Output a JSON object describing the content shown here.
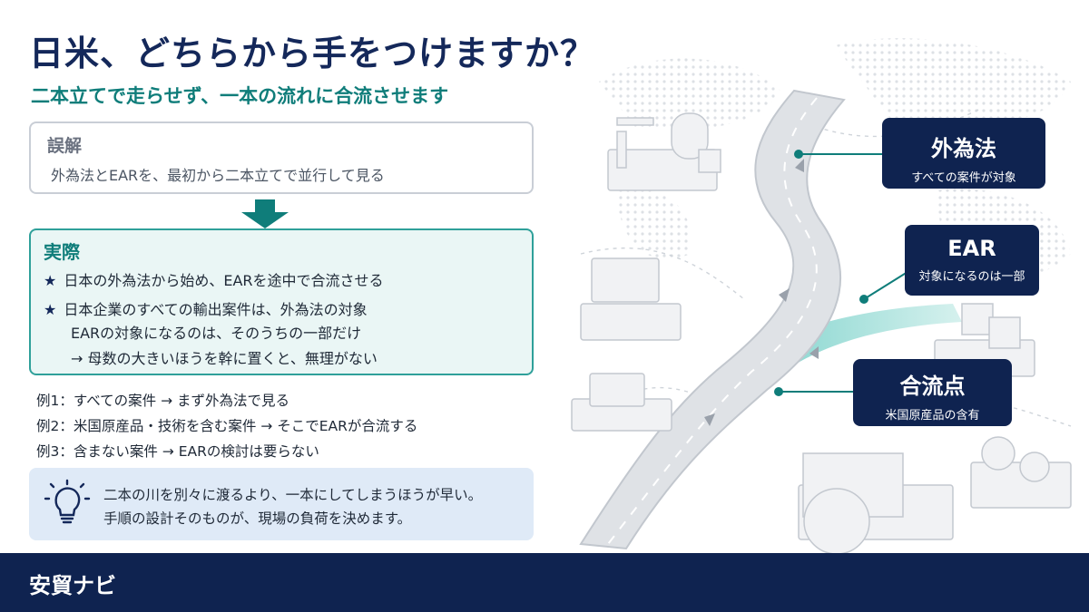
{
  "header": {
    "title": "日米、どちらから手をつけますか？",
    "subtitle": "二本立てで走らせず、一本の流れに合流させます"
  },
  "misconception": {
    "label": "誤解",
    "text": "外為法とEARを、最初から二本立てで並行して見る"
  },
  "reality": {
    "label": "実際",
    "points": [
      "日本の外為法から始め、EARを途中で合流させる",
      "日本企業のすべての輸出案件は、外為法の対象"
    ],
    "continuation": [
      "EARの対象になるのは、そのうちの一部だけ",
      "→ 母数の大きいほうを幹に置くと、無理がない"
    ]
  },
  "examples": [
    "例1：すべての案件 → まず外為法で見る",
    "例2：米国原産品・技術を含む案件 → そこでEARが合流する",
    "例3：含まない案件 → EARの検討は要らない"
  ],
  "tip": {
    "icon": "lightbulb-icon",
    "lines": [
      "二本の川を別々に渡るより、一本にしてしまうほうが早い。",
      "手順の設計そのものが、現場の負荷を決めます。"
    ]
  },
  "callouts": {
    "fefta": {
      "title": "外為法",
      "sub": "すべての案件が対象"
    },
    "ear": {
      "title": "EAR",
      "sub": "対象になるのは一部"
    },
    "merge": {
      "title": "合流点",
      "sub": "米国原産品の含有"
    }
  },
  "footer": {
    "brand": "安貿ナビ"
  },
  "colors": {
    "navy": "#0f2350",
    "teal": "#0f7d7a",
    "teal_light": "#eaf6f5",
    "tip_bg": "#dfeaf7"
  }
}
